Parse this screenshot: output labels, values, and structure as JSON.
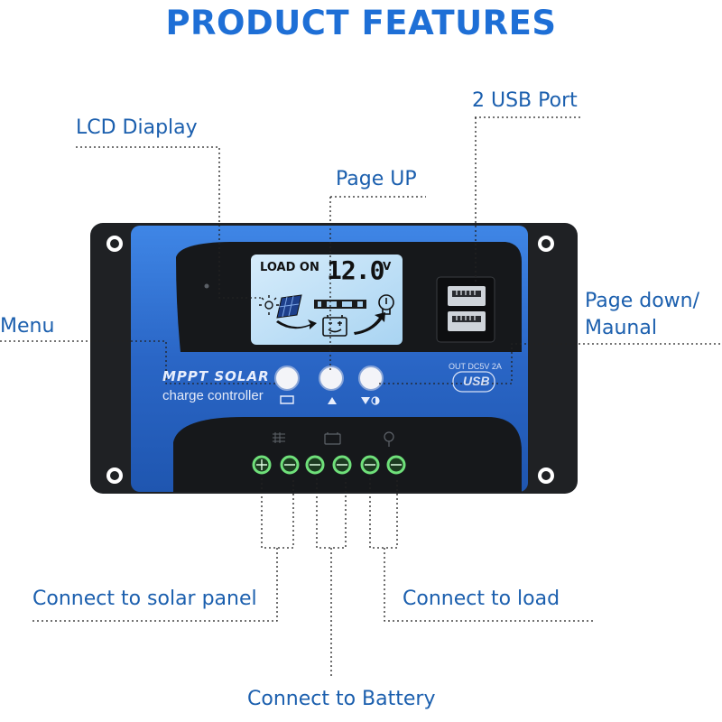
{
  "title": "PRODUCT FEATURES",
  "callouts": {
    "usb_port": "2 USB Port",
    "lcd_display": "LCD Diaplay",
    "page_up": "Page UP",
    "menu": "Menu",
    "page_down_line1": "Page down/",
    "page_down_line2": "Maunal",
    "solar_panel": "Connect to solar panel",
    "load": "Connect to load",
    "battery": "Connect to Battery"
  },
  "device": {
    "lcd_status": "LOAD ON",
    "lcd_value": "12.0",
    "lcd_unit": "V",
    "brand": "MPPT SOLAR",
    "subtitle": "charge controller",
    "usb_spec": "OUT DC5V 2A",
    "usb_logo": "USB"
  },
  "colors": {
    "accent": "#1e6fd6",
    "label": "#1b5fae",
    "body_blue": "#2f6fd0",
    "frame": "#1f2124"
  }
}
